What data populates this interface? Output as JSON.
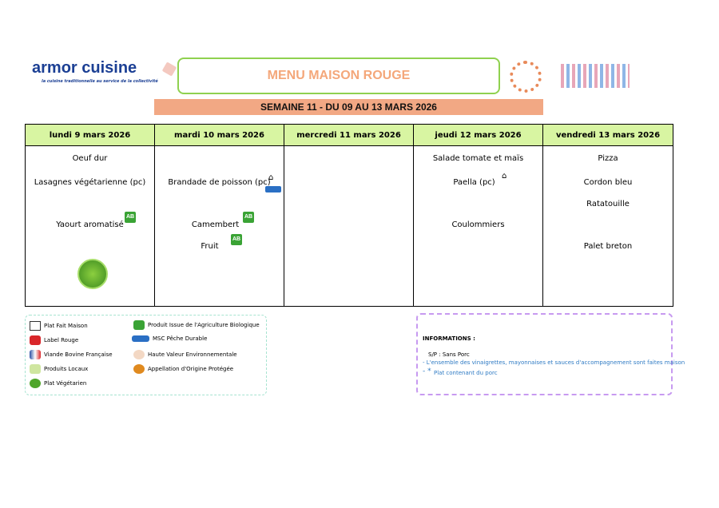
{
  "header": {
    "logo": "armor cuisine",
    "tagline": "la cuisine traditionnelle au service de la collectivité",
    "title": "MENU MAISON ROUGE",
    "week": "SEMAINE 11 - DU 09 AU 13 MARS 2026"
  },
  "days": [
    {
      "label": "lundi 9 mars 2026",
      "items": [
        "Oeuf dur",
        "Lasagnes végétarienne (pc)",
        "Yaourt aromatisé"
      ]
    },
    {
      "label": "mardi 10 mars 2026",
      "items": [
        "Brandade de poisson (pc)",
        "Camembert",
        "Fruit"
      ]
    },
    {
      "label": "mercredi 11 mars 2026",
      "items": []
    },
    {
      "label": "jeudi 12 mars 2026",
      "items": [
        "Salade tomate et maïs",
        "Paella (pc)",
        "Coulommiers"
      ]
    },
    {
      "label": "vendredi 13 mars 2026",
      "items": [
        "Pizza",
        "Cordon bleu",
        "Ratatouille",
        "Palet breton"
      ]
    }
  ],
  "legend": [
    "Plat Fait Maison",
    "Label Rouge",
    "Viande Bovine Française",
    "Produits Locaux",
    "Plat Végétarien",
    "Produit Issue de l'Agriculture Biologique",
    "MSC Pêche Durable",
    "Haute Valeur Environnementale",
    "Appellation d'Origine Protégée"
  ],
  "bio_badge": "AB",
  "info": {
    "title": "INFORMATIONS :",
    "line1": "S/P : Sans Porc",
    "line2": "- L'ensemble des vinaigrettes, mayonnaises et sauces d'accompagnement sont faites maison",
    "line3_prefix": "- *",
    "line3": "Plat contenant du porc"
  }
}
